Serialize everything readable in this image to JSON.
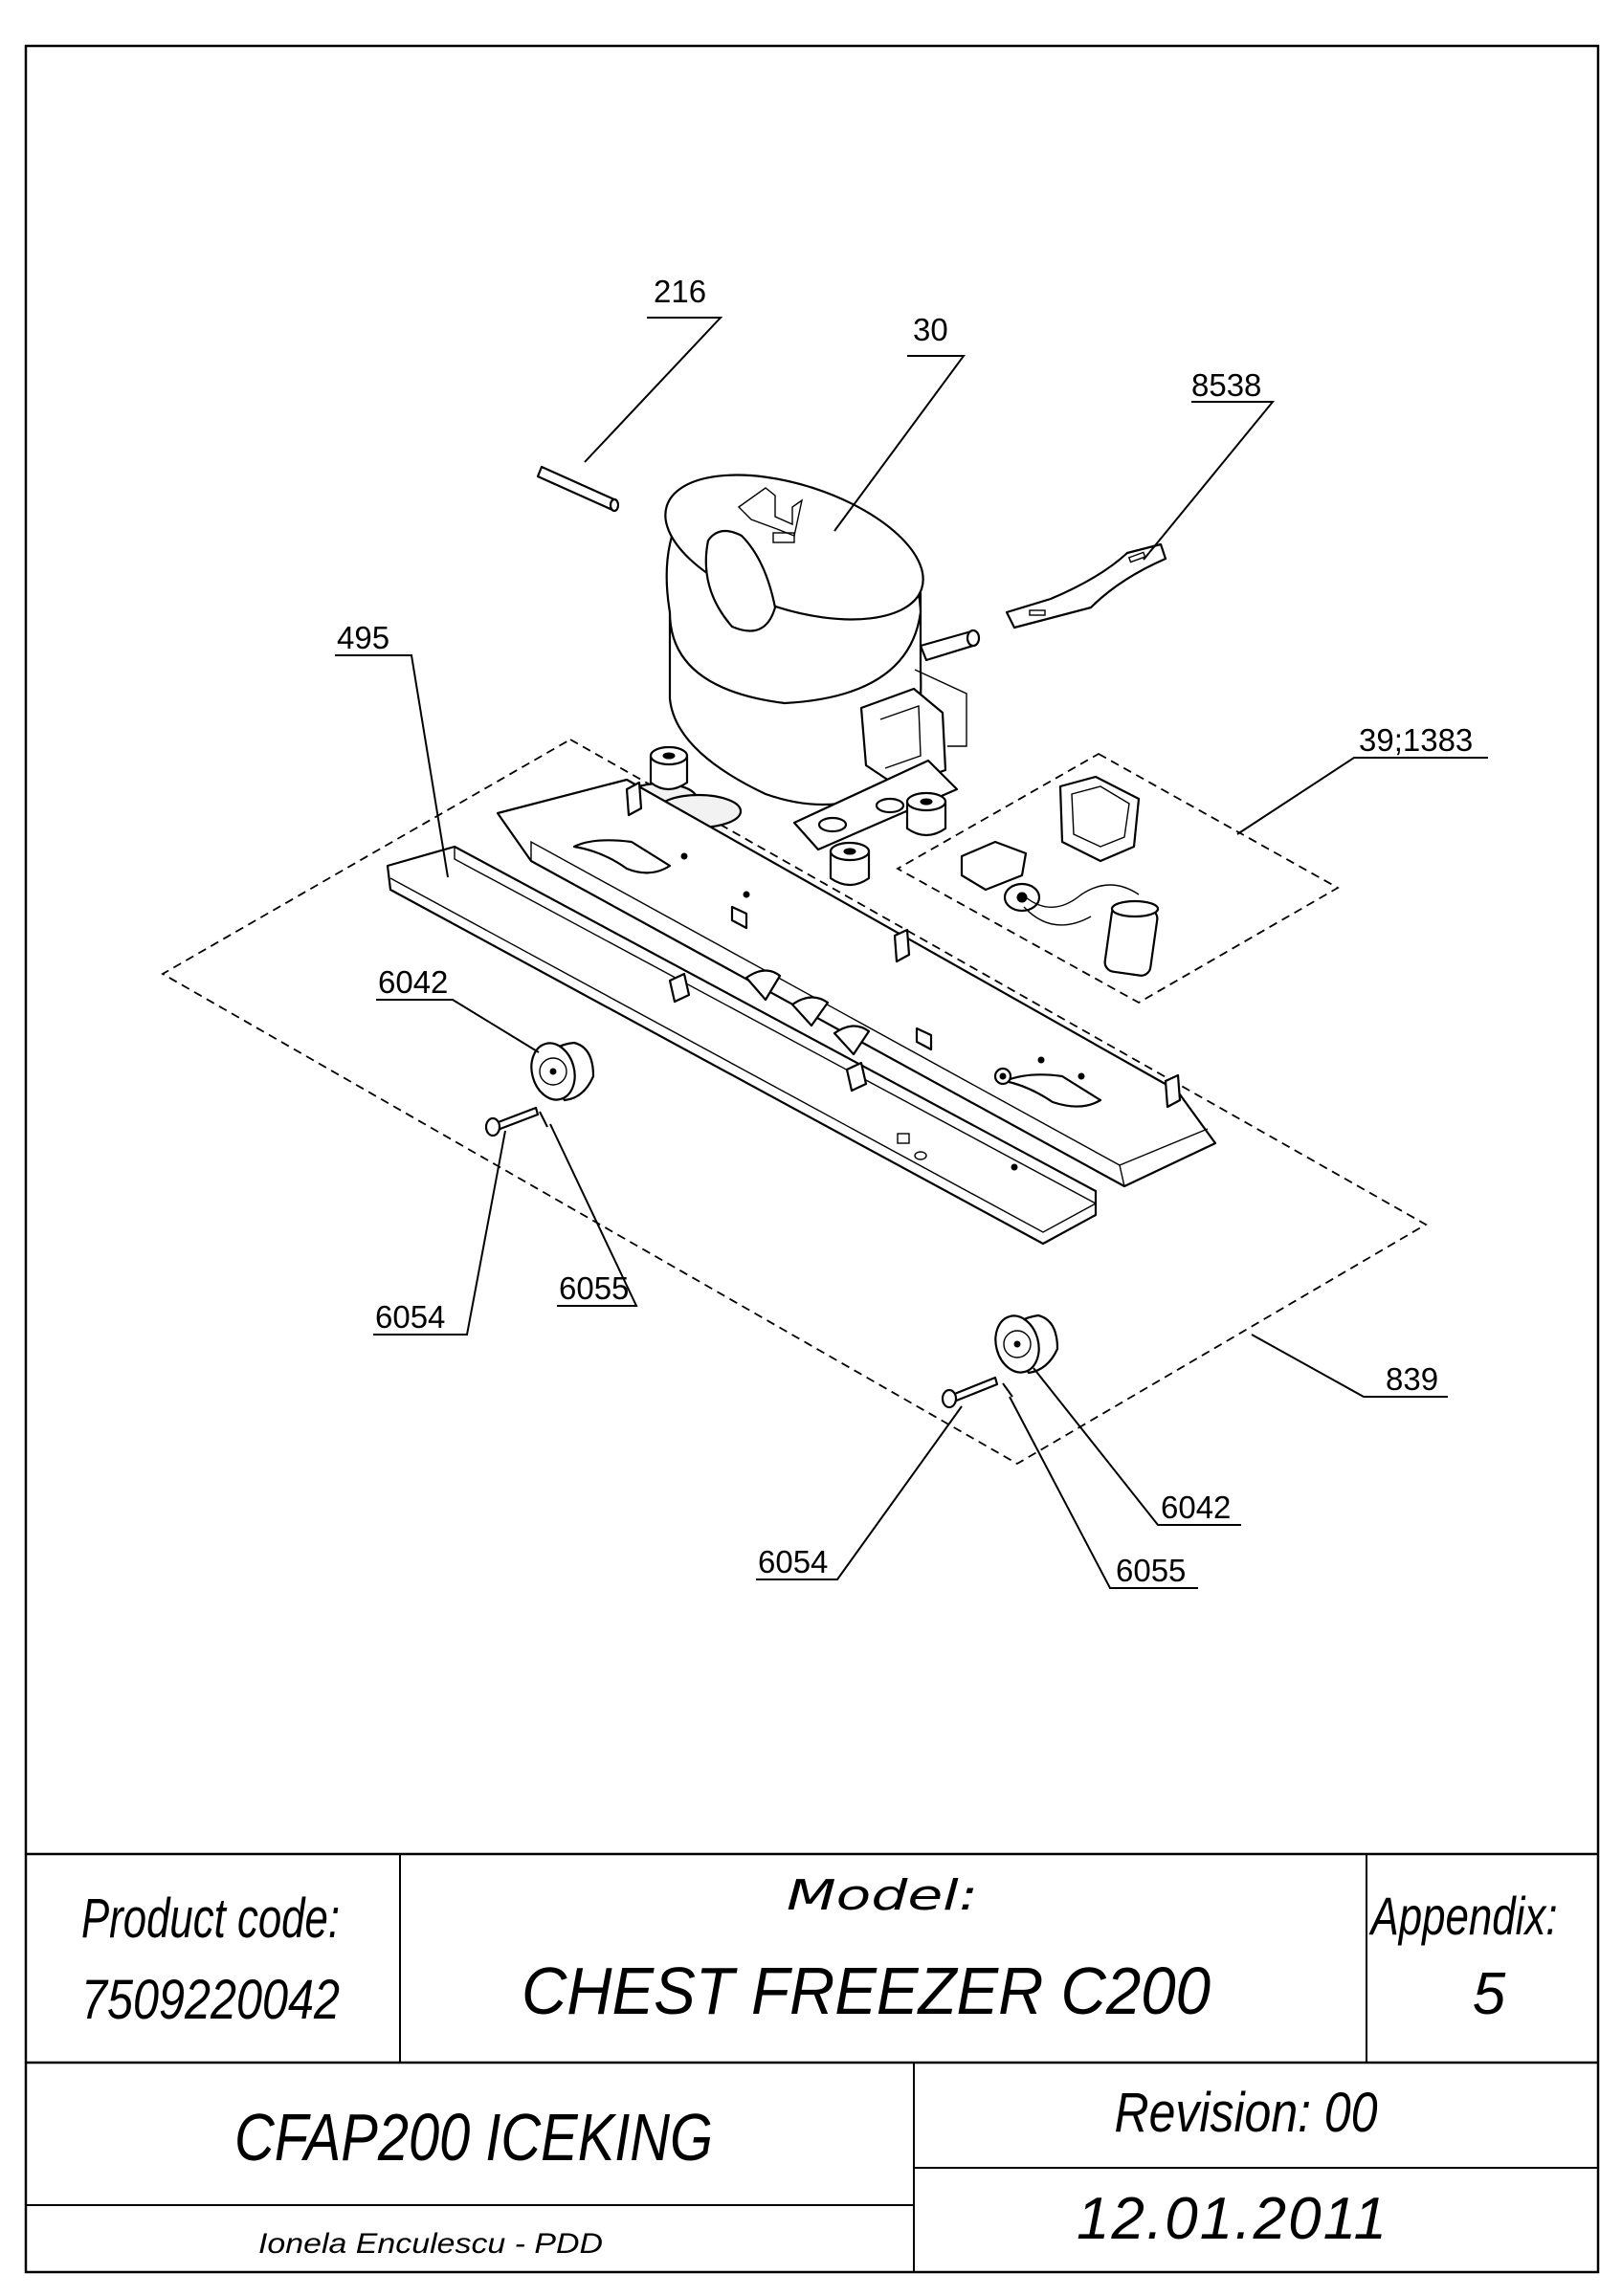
{
  "callouts": {
    "c216": "216",
    "c30": "30",
    "c8538": "8538",
    "c495": "495",
    "c39_1383": "39;1383",
    "c6042_a": "6042",
    "c6055_a": "6055",
    "c6054_a": "6054",
    "c839": "839",
    "c6042_b": "6042",
    "c6054_b": "6054",
    "c6055_b": "6055"
  },
  "title_block": {
    "product_code_label": "Product code:",
    "product_code_value": "7509220042",
    "model_label": "Model:",
    "model_value": "CHEST FREEZER C200",
    "appendix_label": "Appendix:",
    "appendix_value": "5",
    "name": "CFAP200 ICEKING",
    "revision": "Revision: 00",
    "author": "Ionela Enculescu - PDD",
    "date": "12.01.2011"
  }
}
